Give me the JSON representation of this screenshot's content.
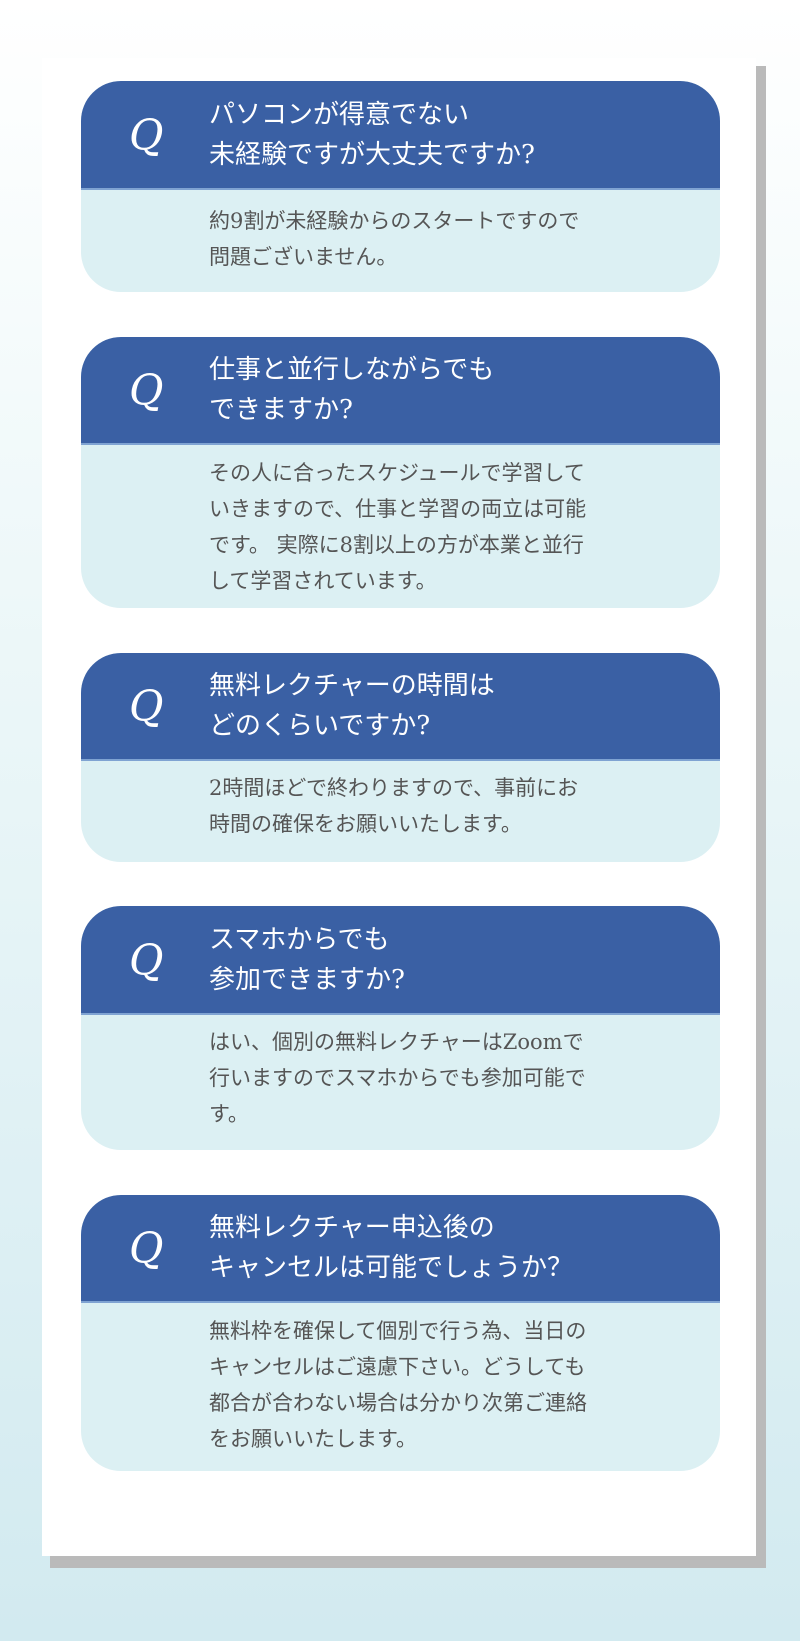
{
  "q_mark": "Q",
  "faq": [
    {
      "question": "パソコンが得意でない\n未経験ですが大丈夫ですか?",
      "answer": "約9割が未経験からのスタートですので\n問題ございません。"
    },
    {
      "question": "仕事と並行しながらでも\nできますか?",
      "answer": "その人に合ったスケジュールで学習して\nいきますので、仕事と学習の両立は可能\nです。 実際に8割以上の方が本業と並行\nして学習されています。"
    },
    {
      "question": "無料レクチャーの時間は\nどのくらいですか?",
      "answer": "2時間ほどで終わりますので、事前にお\n時間の確保をお願いいたします。"
    },
    {
      "question": "スマホからでも\n参加できますか?",
      "answer": "はい、個別の無料レクチャーはZoomで\n行いますのでスマホからでも参加可能で\nす。"
    },
    {
      "question": "無料レクチャー申込後の\nキャンセルは可能でしょうか？",
      "answer": "無料枠を確保して個別で行う為、当日の\nキャンセルはご遠慮下さい。どうしても\n都合が合わない場合は分かり次第ご連絡\nをお願いいたします。"
    }
  ]
}
